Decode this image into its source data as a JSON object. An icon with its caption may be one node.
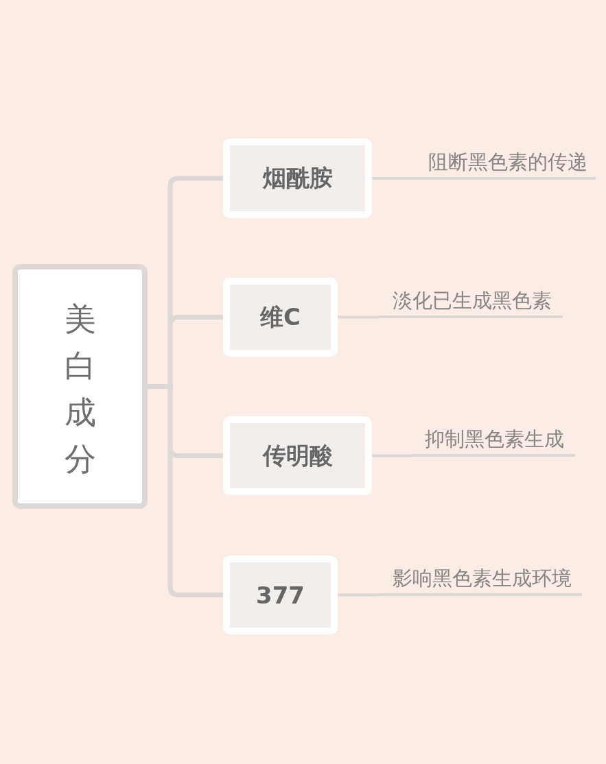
{
  "diagram": {
    "nodes": [
      {
        "text": [
          "美白成分"
        ]
      },
      {
        "text": [
          "烟酰胺"
        ]
      },
      {
        "text": [
          "阻断黑色素的传递"
        ]
      },
      {
        "text": [
          "维C"
        ]
      },
      {
        "text": [
          "淡化已生成黑色素"
        ]
      },
      {
        "text": [
          "传明酸"
        ]
      },
      {
        "text": [
          "抑制黑色素生成"
        ]
      },
      {
        "text": [
          "377"
        ]
      },
      {
        "text": [
          "影响黑色素生成环境"
        ]
      }
    ],
    "edges": [
      {
        "from": 0,
        "to": 1,
        "arrow": "none"
      },
      {
        "from": 0,
        "to": 3,
        "arrow": "none"
      },
      {
        "from": 0,
        "to": 5,
        "arrow": "none"
      },
      {
        "from": 0,
        "to": 7,
        "arrow": "none"
      },
      {
        "from": 1,
        "to": 2,
        "arrow": "none"
      },
      {
        "from": 3,
        "to": 4,
        "arrow": "none"
      },
      {
        "from": 5,
        "to": 6,
        "arrow": "none"
      },
      {
        "from": 7,
        "to": 8,
        "arrow": "none"
      }
    ]
  }
}
